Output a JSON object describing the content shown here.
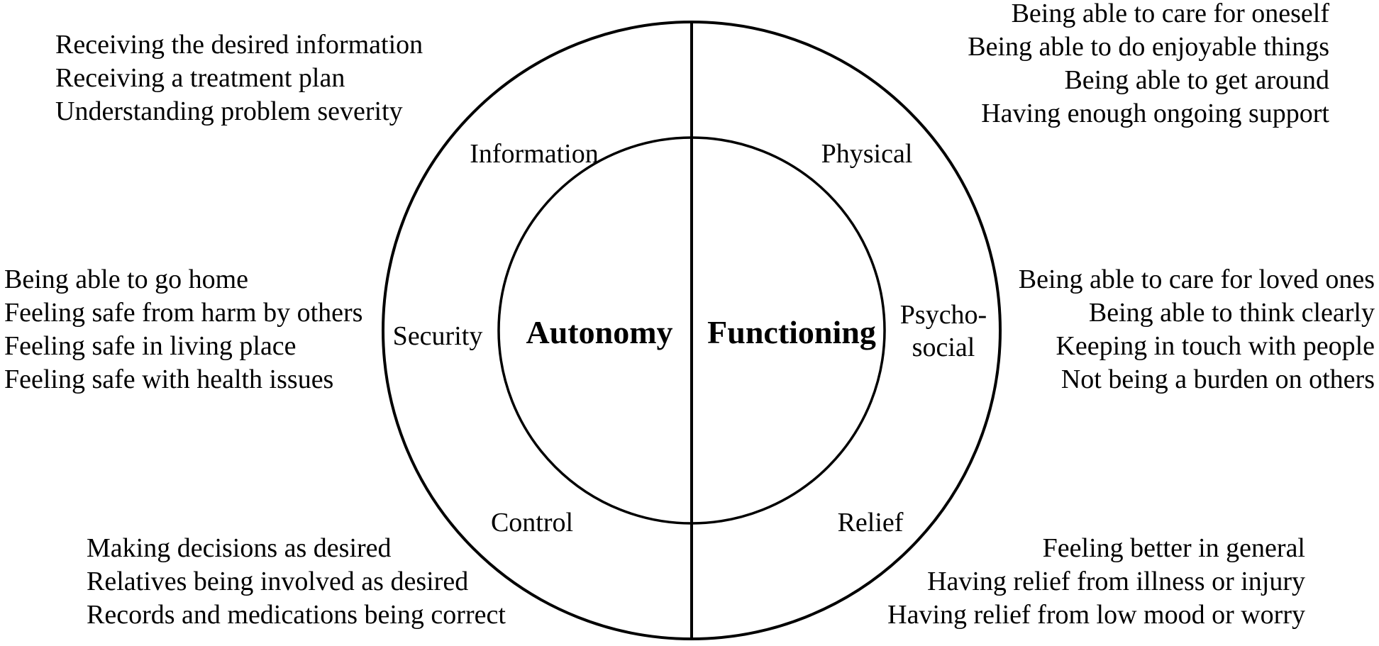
{
  "figure": {
    "colors": {
      "stroke": "#000000",
      "background": "#ffffff",
      "text": "#000000"
    },
    "inner_labels": {
      "left": "Autonomy",
      "right": "Functioning"
    },
    "ring_labels": {
      "top_left": "Information",
      "top_right": "Physical",
      "left": "Security",
      "right_line1": "Psycho-",
      "right_line2": "social",
      "bottom_left": "Control",
      "bottom_right": "Relief"
    },
    "annotations": {
      "information": [
        "Receiving the desired information",
        "Receiving a treatment plan",
        "Understanding problem severity"
      ],
      "physical": [
        "Being able to care for oneself",
        "Being able to do enjoyable things",
        "Being able to get around",
        "Having enough ongoing support"
      ],
      "security": [
        "Being able to go home",
        "Feeling safe from harm by others",
        "Feeling safe in living place",
        "Feeling safe with health issues"
      ],
      "psychosocial": [
        "Being able to care for loved ones",
        "Being able to think clearly",
        "Keeping in touch with people",
        "Not being a burden on others"
      ],
      "control": [
        "Making decisions as desired",
        "Relatives being involved as desired",
        "Records and medications being correct"
      ],
      "relief": [
        "Feeling better in general",
        "Having relief from illness or injury",
        "Having relief from low mood or worry"
      ]
    }
  }
}
